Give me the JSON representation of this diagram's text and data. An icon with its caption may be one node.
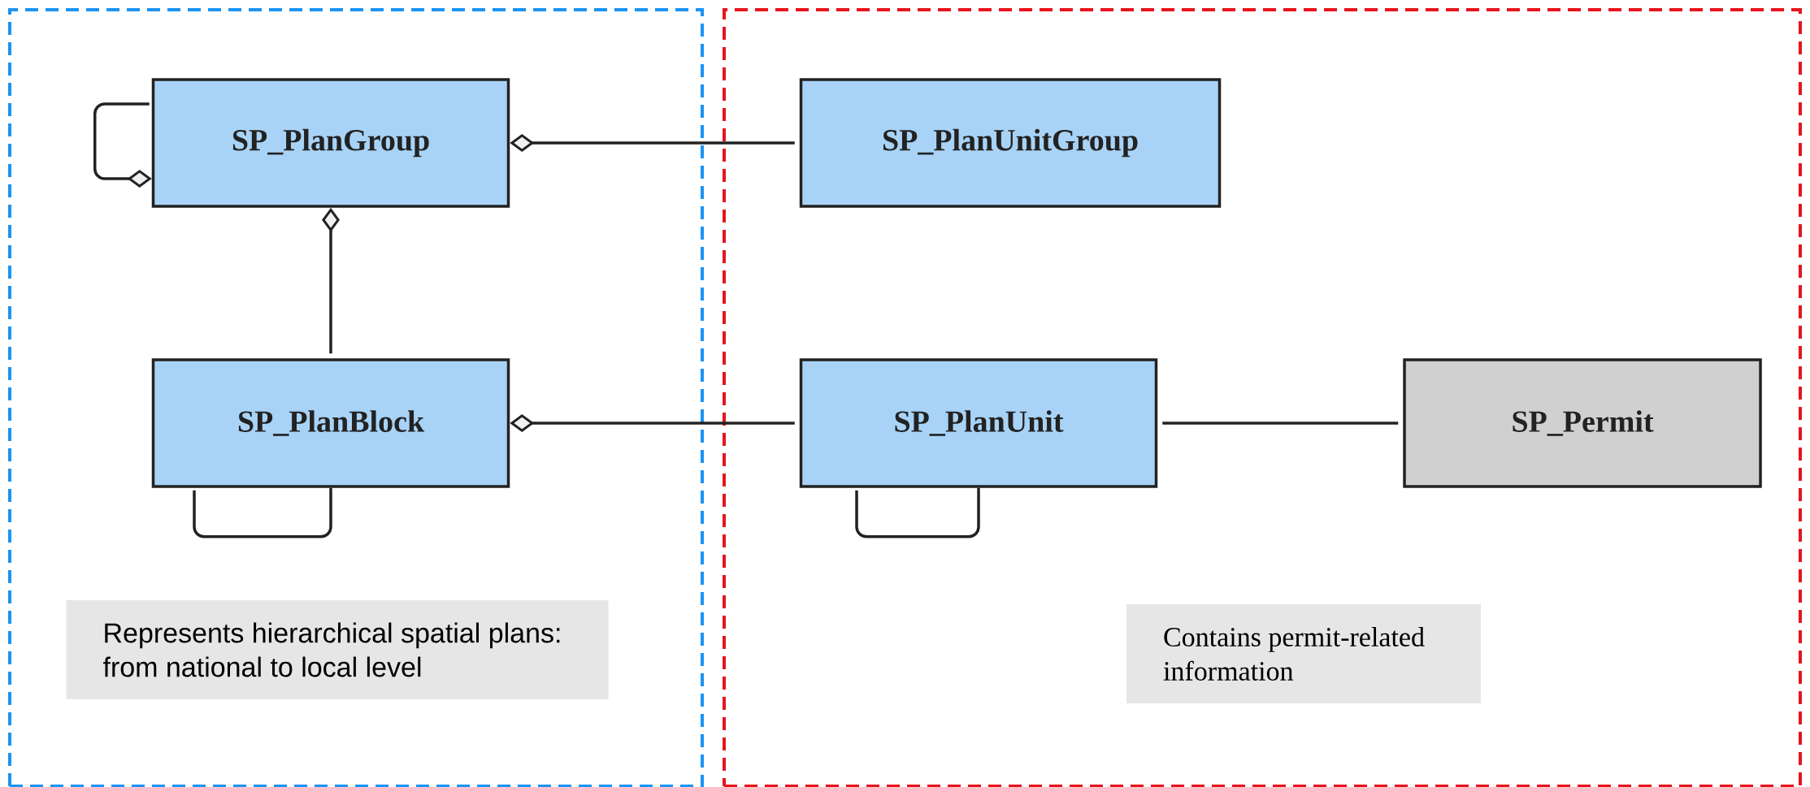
{
  "diagram": {
    "nodes": [
      {
        "text": [],
        "shape": "box"
      },
      {
        "text": [
          "SP_PlanGroup"
        ],
        "in": 0
      },
      {
        "text": [
          "SP_PlanBlock"
        ],
        "in": 0
      },
      {
        "text": [
          "Represents hierarchical spatial plans: from national to local level"
        ],
        "in": 0
      },
      {
        "text": [],
        "shape": "box"
      },
      {
        "text": [
          "SP_PlanUnitGroup"
        ],
        "in": 4
      },
      {
        "text": [
          "SP_PlanUnit"
        ],
        "in": 4
      },
      {
        "text": [
          "SP_Permit"
        ],
        "in": 4
      },
      {
        "text": [
          "Contains permit-related information"
        ],
        "in": 4
      }
    ],
    "edges": [
      {
        "from": 1,
        "to": 1,
        "arrow": "other"
      },
      {
        "from": 5,
        "to": 1,
        "arrow": "other"
      },
      {
        "from": 2,
        "to": 1,
        "arrow": "other"
      },
      {
        "from": 6,
        "to": 2,
        "arrow": "other"
      },
      {
        "from": 2,
        "to": 2,
        "arrow": "none"
      },
      {
        "from": 6,
        "to": 7,
        "arrow": "none"
      },
      {
        "from": 6,
        "to": 6,
        "arrow": "none"
      }
    ]
  }
}
